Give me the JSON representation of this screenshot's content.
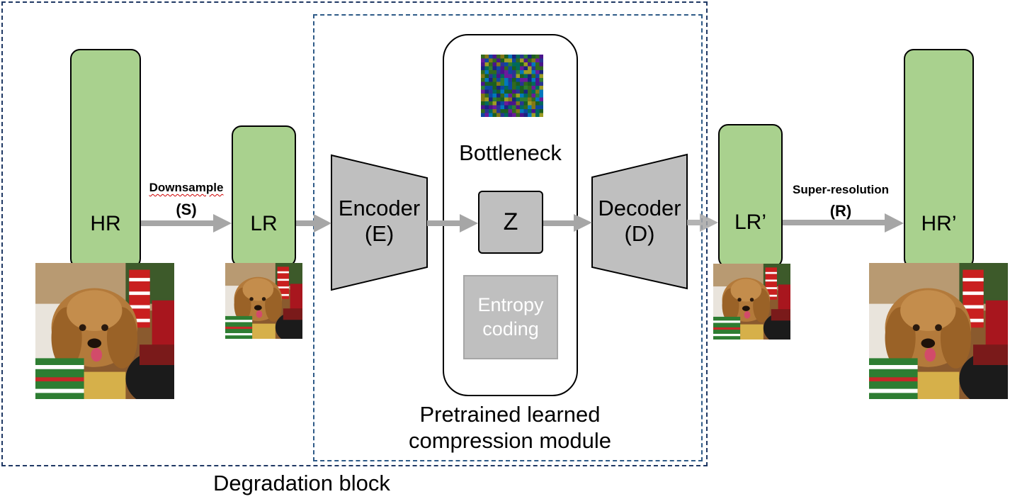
{
  "diagram": {
    "blocks": {
      "hr": "HR",
      "lr": "LR",
      "encoder_line1": "Encoder",
      "encoder_line2": "(E)",
      "bottleneck": "Bottleneck",
      "z": "Z",
      "entropy_line1": "Entropy",
      "entropy_line2": "coding",
      "decoder_line1": "Decoder",
      "decoder_line2": "(D)",
      "lr_prime": "LR’",
      "hr_prime": "HR’"
    },
    "arrows": {
      "downsample_label": "Downsample",
      "downsample_symbol": "(S)",
      "sr_label": "Super-resolution",
      "sr_symbol": "(R)"
    },
    "groups": {
      "compression_line1": "Pretrained learned",
      "compression_line2": "compression module",
      "degradation": "Degradation block"
    }
  },
  "colors": {
    "tensor_green": "#a9d18e",
    "module_gray": "#bfbfbf",
    "arrow_gray": "#a6a6a6",
    "frame_navy": "#1f3864"
  },
  "icons": [
    "dog-photo",
    "latent-noise-thumbnail",
    "arrow-right"
  ]
}
